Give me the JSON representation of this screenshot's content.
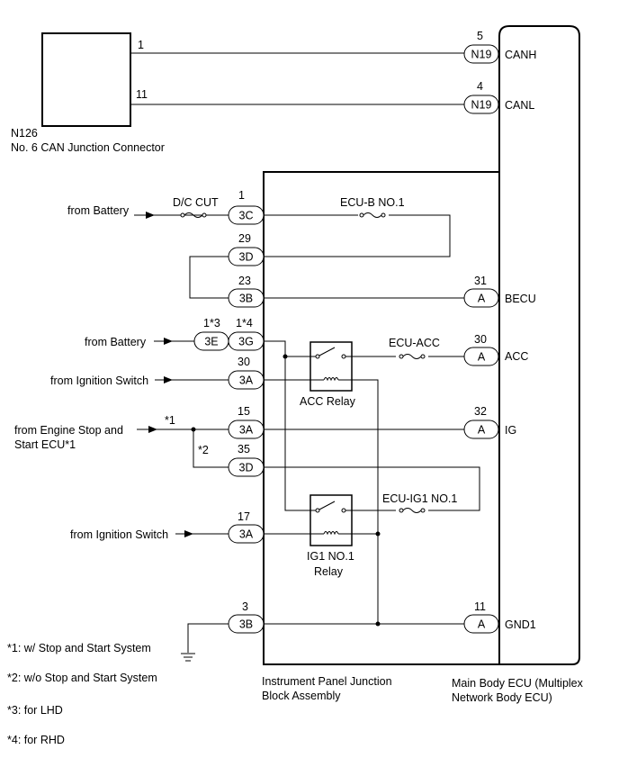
{
  "component_n126": {
    "id": "N126",
    "name": "No. 6 CAN Junction Connector",
    "pins": {
      "canh": "1",
      "canl": "11"
    }
  },
  "main_body_ecu": {
    "name_line1": "Main Body ECU (Multiplex",
    "name_line2": "Network Body ECU)",
    "terminals": {
      "canh": {
        "pin": "5",
        "connector": "N19",
        "label": "CANH"
      },
      "canl": {
        "pin": "4",
        "connector": "N19",
        "label": "CANL"
      },
      "becu": {
        "pin": "31",
        "connector": "A",
        "label": "BECU"
      },
      "acc": {
        "pin": "30",
        "connector": "A",
        "label": "ACC"
      },
      "ig": {
        "pin": "32",
        "connector": "A",
        "label": "IG"
      },
      "gnd1": {
        "pin": "11",
        "connector": "A",
        "label": "GND1"
      }
    }
  },
  "junction_block": {
    "name_line1": "Instrument Panel Junction",
    "name_line2": "Block Assembly",
    "connectors": {
      "c3c": {
        "pin": "1",
        "connector": "3C"
      },
      "c3d_29": {
        "pin": "29",
        "connector": "3D"
      },
      "c3b_23": {
        "pin": "23",
        "connector": "3B"
      },
      "c3e": {
        "pin": "1*3",
        "connector": "3E"
      },
      "c3g": {
        "pin": "1*4",
        "connector": "3G"
      },
      "c3a_30": {
        "pin": "30",
        "connector": "3A"
      },
      "c3a_15": {
        "pin": "15",
        "connector": "3A"
      },
      "c3d_35": {
        "pin": "35",
        "connector": "3D"
      },
      "c3a_17": {
        "pin": "17",
        "connector": "3A"
      },
      "c3b_3": {
        "pin": "3",
        "connector": "3B"
      }
    },
    "fuses": {
      "dc_cut": "D/C CUT",
      "ecu_b": "ECU-B NO.1",
      "ecu_acc": "ECU-ACC",
      "ecu_ig1": "ECU-IG1 NO.1"
    },
    "relays": {
      "acc": "ACC Relay",
      "ig1_line1": "IG1 NO.1",
      "ig1_line2": "Relay"
    }
  },
  "inputs": {
    "battery1": "from Battery",
    "battery2": "from Battery",
    "ignition1": "from Ignition Switch",
    "engine_line1": "from Engine Stop and",
    "engine_line2": "Start ECU*1",
    "engine_mark": "*1",
    "alt_mark": "*2",
    "ignition2": "from Ignition Switch"
  },
  "notes": [
    "*1: w/ Stop and Start System",
    "*2: w/o Stop and Start System",
    "*3: for LHD",
    "*4: for RHD"
  ]
}
